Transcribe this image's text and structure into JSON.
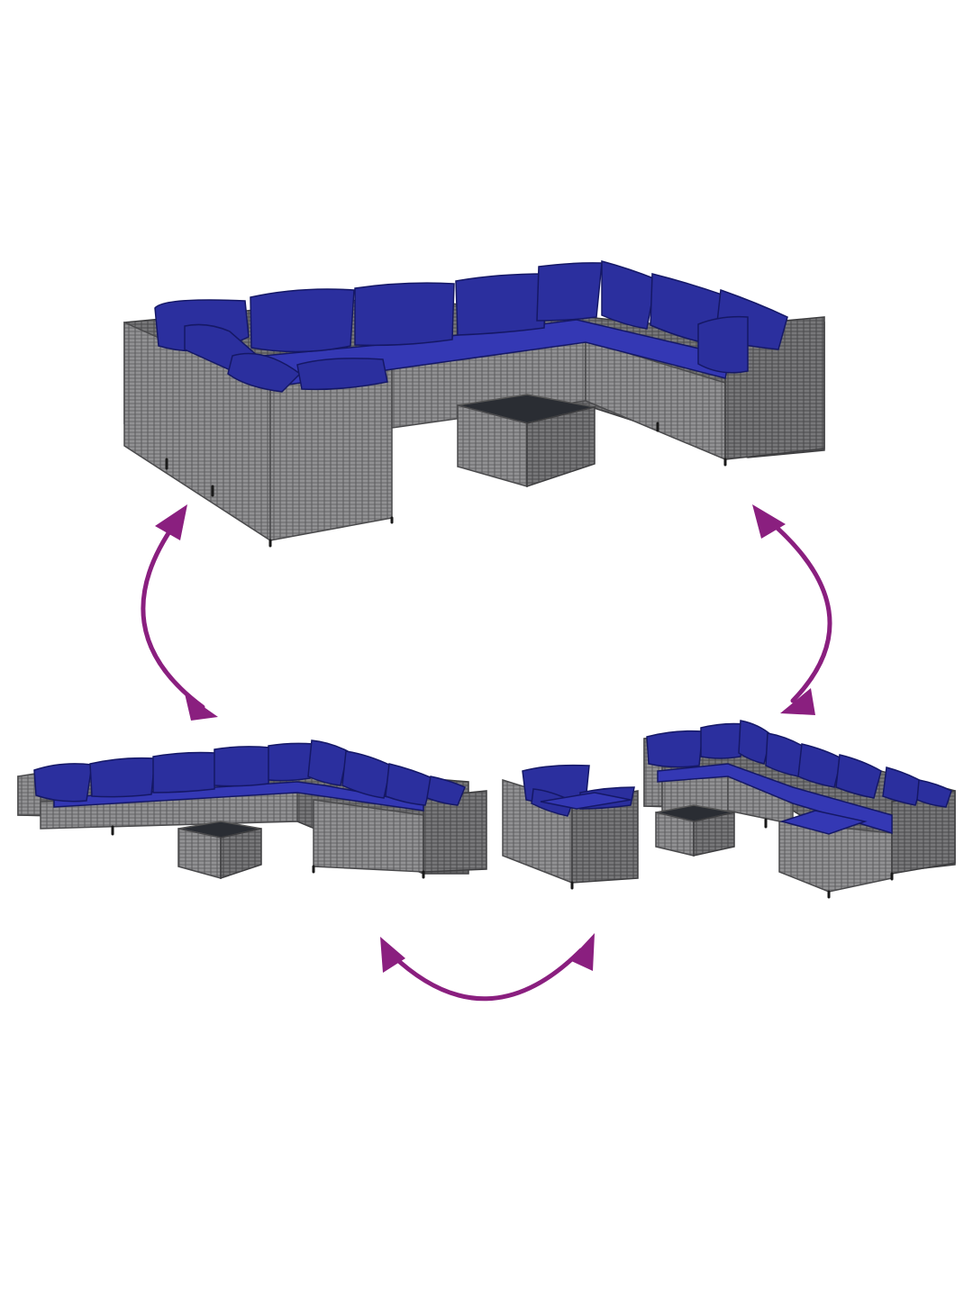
{
  "colors": {
    "rattan": "#7a7a7c",
    "rattan_dark": "#5e5e60",
    "cushion": "#2b2f9e",
    "arrow": "#8a1f7f",
    "background": "#ffffff"
  },
  "scenes": [
    {
      "name": "large-u-shaped-set",
      "description_icon": "rattan-sofa-set"
    },
    {
      "name": "long-l-shaped-set",
      "description_icon": "rattan-sofa-set"
    },
    {
      "name": "armchair-and-corner-set",
      "description_icon": "rattan-sofa-set"
    }
  ],
  "arrows": [
    {
      "name": "arrow-left-bidirectional"
    },
    {
      "name": "arrow-right-bidirectional"
    },
    {
      "name": "arrow-bottom-bidirectional"
    }
  ]
}
